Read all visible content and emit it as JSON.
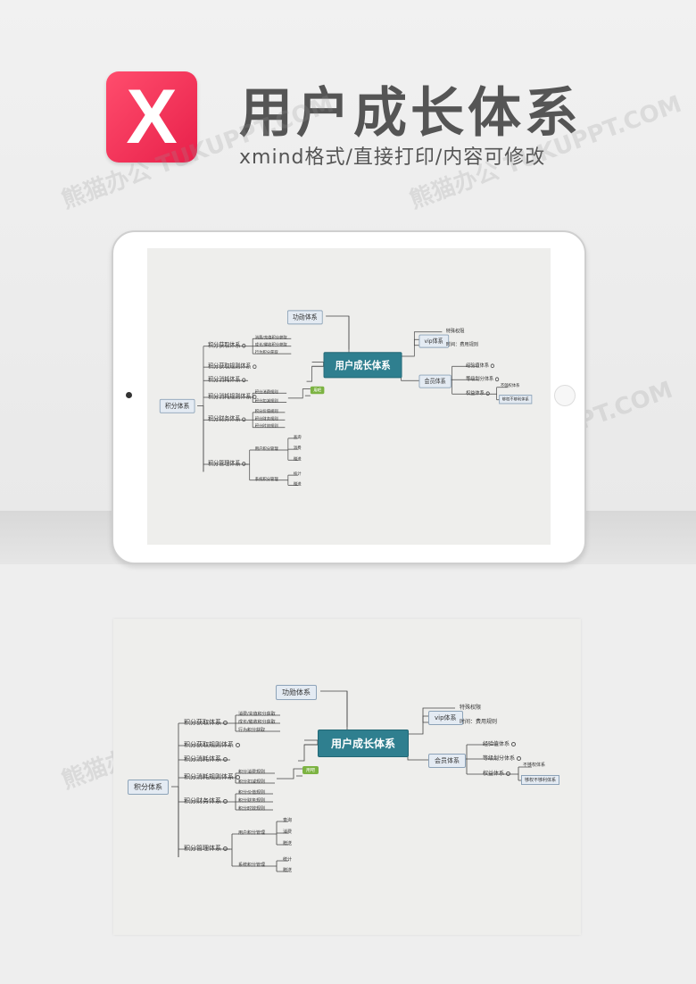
{
  "header": {
    "logo_letter": "X",
    "title": "用户成长体系",
    "subtitle": "xmind格式/直接打印/内容可修改"
  },
  "watermark": "熊猫办公 TUKUPPT.COM",
  "mindmap": {
    "central": "用户成长体系",
    "incentive": "功勋体系",
    "points": "积分体系",
    "points_children": [
      "积分获取体系",
      "积分获取规则体系",
      "积分消耗体系",
      "积分消耗规则体系",
      "积分财务体系",
      "积分管理体系"
    ],
    "acquire_leaves": [
      "消费/充值积分获取",
      "成长/催收积分获取",
      "行为积分获取"
    ],
    "consume_rule_leaves": [
      "积分消费规则",
      "积分扣减规则"
    ],
    "finance_leaves": [
      "积分价值规则",
      "积分财务规则",
      "积分时效规则"
    ],
    "mgmt_user": "用户积分管理",
    "mgmt_user_leaves": [
      "查询",
      "消费",
      "赠送"
    ],
    "mgmt_system": "系统积分管理",
    "mgmt_system_leaves": [
      "统计",
      "赠送"
    ],
    "tag": "用吧",
    "vip": "vip体系",
    "vip_leaves": [
      "特殊权限",
      "时间：费用规则"
    ],
    "member": "会员体系",
    "member_children": [
      "经验值体系",
      "等级划分体系",
      "权益体系"
    ],
    "rights_leaves": [
      "不够权体系",
      "够权不够利体系"
    ]
  }
}
